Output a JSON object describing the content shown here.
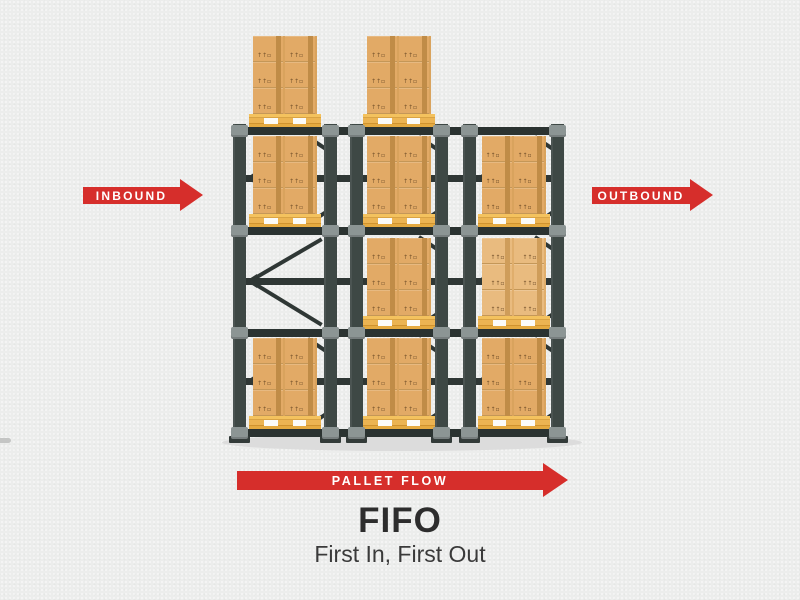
{
  "title": "FIFO",
  "subtitle": "First In, First Out",
  "arrows": {
    "inbound": "INBOUND",
    "outbound": "OUTBOUND",
    "pallet_flow": "PALLET FLOW"
  },
  "colors": {
    "red": "#d62e2b",
    "background": "#ecedec",
    "frame": "#3e4845",
    "beam": "#2b3331",
    "brace": "#2f3735",
    "cap": "#8c9594",
    "box": "#e2aa66",
    "box_light": "#e9bb7f",
    "pallet": "#f4c25e",
    "shadow": "#dcdcdc",
    "title_color": "#2d2d2d"
  },
  "rack": {
    "bays": 3,
    "levels": 3,
    "top_of_rack_pallets": [
      true,
      true,
      false
    ],
    "cell_pallets": [
      [
        true,
        true,
        true
      ],
      [
        false,
        true,
        true
      ],
      [
        true,
        true,
        true
      ]
    ],
    "variant_light_cells": [
      [
        1,
        2
      ]
    ],
    "boxes_per_pallet": {
      "cols": 2,
      "rows": 3
    },
    "box_mark": "↑↑▫"
  }
}
